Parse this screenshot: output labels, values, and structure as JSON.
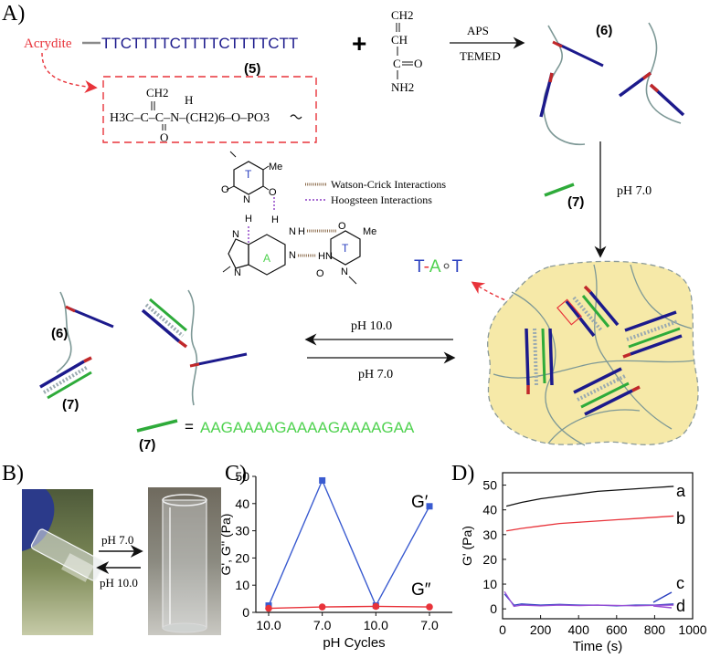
{
  "panels": {
    "a": "A)",
    "b": "B)",
    "c": "C)",
    "d": "D)"
  },
  "panel_a": {
    "acrydite_label": "Acrydite",
    "strand5_sequence": "TTCTTTTCTTTTCTTTTCTT",
    "strand5_num": "5",
    "plus": "+",
    "monomer_ch2": "CH2",
    "monomer_ch": "CH",
    "monomer_c": "C",
    "monomer_o": "O",
    "monomer_nh2": "NH2",
    "reagent_top": "APS",
    "reagent_bottom": "TEMED",
    "product6": "6",
    "linker_formula": "H3C–C–C–N–(CH2)6–O–PO3",
    "linker_ch2": "CH2",
    "linker_h": "H",
    "linker_o": "O",
    "legend_wc": "Watson-Crick Interactions",
    "legend_hg": "Hoogsteen Interactions",
    "base_t1": "T",
    "base_a": "A",
    "base_t2": "T",
    "atom_me": "Me",
    "atom_n": "N",
    "atom_o": "O",
    "atom_h": "H",
    "strand7_num": "7",
    "ph_down": "pH 7.0",
    "tat_t1": "T",
    "tat_dash": "-",
    "tat_a": "A",
    "tat_dot": "∘",
    "tat_t2": "T",
    "ph_left": "pH 10.0",
    "ph_right": "pH 7.0",
    "strand7_eq": "=",
    "strand7_sequence": "AAGAAAAGAAAAGAAAAGAA",
    "left6": "6",
    "left7": "7",
    "bottom7": "7"
  },
  "panel_b": {
    "ph_top": "pH 7.0",
    "ph_bottom": "pH 10.0"
  },
  "colors": {
    "blue_strand": "#1c1a8c",
    "red_tip": "#c0282a",
    "green_strand": "#2eab3a",
    "green_text": "#4fd24f",
    "gel_fill": "#f6e9a8",
    "chart_blue": "#3a5bd0",
    "chart_red": "#e8333a"
  },
  "chart_data": [
    {
      "type": "line",
      "panel": "C",
      "xlabel": "pH Cycles",
      "ylabel": "G', G'' (Pa)",
      "categories": [
        "10.0",
        "7.0",
        "10.0",
        "7.0"
      ],
      "ylim": [
        0,
        50
      ],
      "yticks": [
        "0",
        "10",
        "20",
        "30",
        "40",
        "50"
      ],
      "series": [
        {
          "name": "G′",
          "color": "#3a5bd0",
          "values": [
            2.5,
            48.5,
            2.5,
            39
          ]
        },
        {
          "name": "G″",
          "color": "#e8333a",
          "values": [
            1.5,
            2,
            2.2,
            2
          ]
        }
      ]
    },
    {
      "type": "line",
      "panel": "D",
      "xlabel": "Time (s)",
      "ylabel": "G' (Pa)",
      "xlim": [
        0,
        1000
      ],
      "ylim": [
        -4,
        55
      ],
      "xticks": [
        "0",
        "200",
        "400",
        "600",
        "800",
        "1000"
      ],
      "yticks": [
        "0",
        "10",
        "20",
        "30",
        "40",
        "50"
      ],
      "series": [
        {
          "name": "a",
          "color": "#111111",
          "x": [
            20,
            100,
            200,
            300,
            400,
            500,
            600,
            700,
            800,
            900
          ],
          "values": [
            41.5,
            43,
            44.5,
            45.5,
            46.5,
            47.5,
            48,
            48.5,
            49,
            49.5
          ]
        },
        {
          "name": "b",
          "color": "#e8333a",
          "x": [
            20,
            100,
            200,
            300,
            400,
            500,
            600,
            700,
            800,
            900
          ],
          "values": [
            31.5,
            32.5,
            33.5,
            34.5,
            35,
            35.5,
            36,
            36.5,
            37,
            37.5
          ]
        },
        {
          "name": "c",
          "color": "#2a3fbf",
          "x": [
            10,
            60,
            100,
            200,
            300,
            400,
            500,
            600,
            700,
            800,
            900
          ],
          "values": [
            6,
            1.5,
            2,
            1.5,
            1.8,
            1.5,
            1.5,
            1.2,
            1.5,
            1.5,
            2
          ]
        },
        {
          "name": "d",
          "color": "#9b4fd6",
          "x": [
            10,
            60,
            100,
            200,
            300,
            400,
            500,
            600,
            700,
            800,
            900
          ],
          "values": [
            7,
            1,
            1.5,
            1.2,
            1.5,
            1.3,
            1.5,
            1.4,
            1.2,
            1.4,
            1.5
          ]
        }
      ]
    }
  ]
}
